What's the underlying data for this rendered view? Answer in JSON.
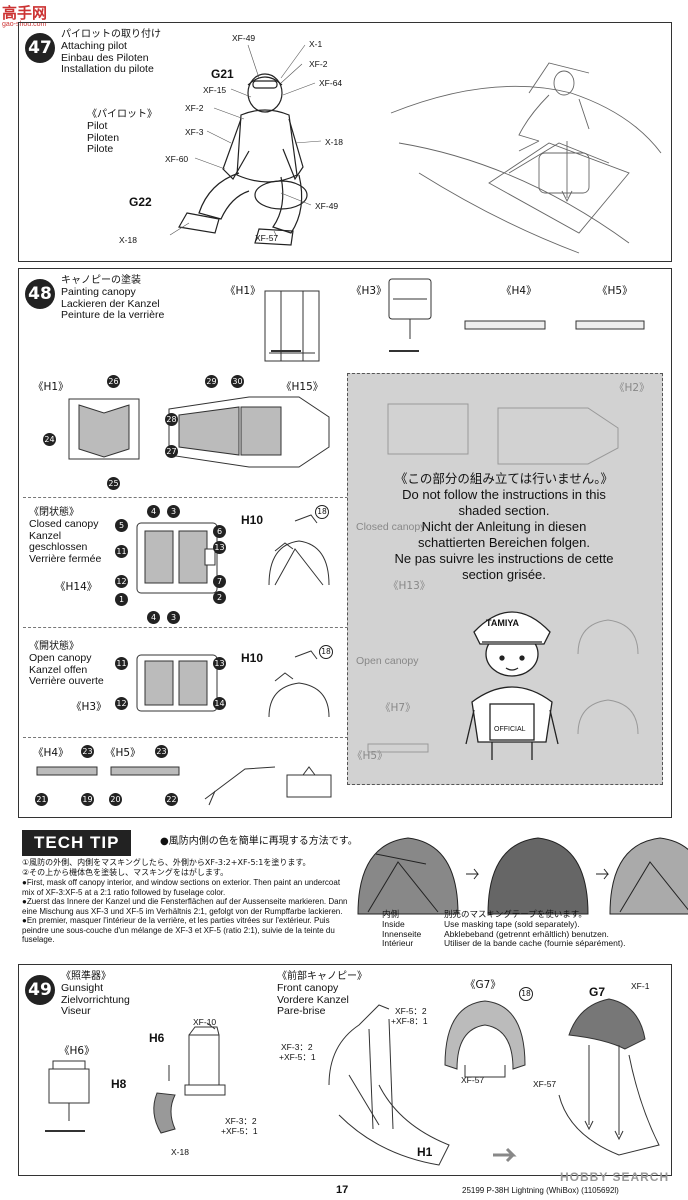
{
  "header": {
    "logo_text": "高手网",
    "logo_url": "gao-shou.com"
  },
  "step47": {
    "number": "47",
    "title_jp": "パイロットの取り付け",
    "title_en": "Attaching pilot",
    "title_de": "Einbau des Piloten",
    "title_fr": "Installation du pilote",
    "pilot_jp": "《パイロット》",
    "pilot_en": "Pilot",
    "pilot_de": "Piloten",
    "pilot_fr": "Pilote",
    "part_g21": "G21",
    "part_g22": "G22",
    "colors": [
      "XF-49",
      "X-1",
      "XF-2",
      "XF-64",
      "XF-15",
      "XF-2",
      "XF-3",
      "X-18",
      "XF-60",
      "XF-49",
      "XF-57",
      "X-18"
    ]
  },
  "step48": {
    "number": "48",
    "title_jp": "キャノピーの塗装",
    "title_en": "Painting canopy",
    "title_de": "Lackieren der Kanzel",
    "title_fr": "Peinture de la verrière",
    "h1": "《H1》",
    "h3": "《H3》",
    "h4": "《H4》",
    "h5": "《H5》",
    "h15": "《H15》",
    "h14": "《H14》",
    "h10": "H10",
    "closed_jp": "《閉状態》",
    "closed_en": "Closed canopy",
    "closed_de": "Kanzel",
    "closed_de2": "geschlossen",
    "closed_fr": "Verrière fermée",
    "open_jp": "《開状態》",
    "open_en": "Open canopy",
    "open_de": "Kanzel offen",
    "open_fr": "Verrière ouverte",
    "mask_nums": [
      "26",
      "29",
      "30",
      "24",
      "28",
      "27",
      "25",
      "4",
      "3",
      "5",
      "6",
      "13",
      "11",
      "12",
      "7",
      "1",
      "2",
      "4",
      "3",
      "11",
      "13",
      "12",
      "14",
      "23",
      "23",
      "21",
      "19",
      "20",
      "22"
    ],
    "ref_18": "18",
    "notice_jp": "《この部分の組み立ては行いません。》",
    "notice_en_1": "Do not follow the instructions in this",
    "notice_en_2": "shaded section.",
    "notice_de_1": "Nicht der Anleitung in diesen",
    "notice_de_2": "schattierten Bereichen folgen.",
    "notice_fr_1": "Ne pas suivre les instructions de cette",
    "notice_fr_2": "section grisée.",
    "mascot_cap": "TAMIYA",
    "mascot_shirt": "OFFICIAL",
    "ghost_h2": "《H2》",
    "ghost_h13": "《H13》",
    "ghost_h7": "《H7》",
    "ghost_h5": "《H5》",
    "ghost_closed": "Closed canopy",
    "ghost_open": "Open canopy"
  },
  "techtip": {
    "title": "TECH TIP",
    "intro_jp": "●風防内側の色を簡単に再現する方法です。",
    "line1_jp": "①風防の外側、内側をマスキングしたら、外側からXF-3:2+XF-5:1を塗ります。",
    "line2_jp": "②その上から機体色を塗装し、マスキングをはがします。",
    "en": "●First, mask off canopy interior, and window sections on exterior. Then paint an undercoat mix of XF-3:XF-5 at a 2:1 ratio followed by fuselage color.",
    "de": "●Zuerst das Innere der Kanzel und die Fensterflächen auf der Aussenseite markieren. Dann eine Mischung aus XF-3 und XF-5 im Verhältnis 2:1, gefolgt von der Rumpffarbe lackieren.",
    "fr": "●En premier, masquer l'intérieur de la verrière, et les parties vitrées sur l'extérieur. Puis peindre une sous-couche d'un mélange de XF-3 et XF-5 (ratio 2:1), suivie de la teinte du fuselage.",
    "inside_jp": "内側",
    "inside_en": "Inside",
    "inside_de": "Innenseite",
    "inside_fr": "Intérieur",
    "tape_jp": "別売のマスキングテープを使います。",
    "tape_en": "Use masking tape (sold separately).",
    "tape_de": "Abklebeband (getrennt erhältlich) benutzen.",
    "tape_fr": "Utiliser de la bande cache (fournie séparément)."
  },
  "step49": {
    "number": "49",
    "gs_jp": "《照準器》",
    "gs_en": "Gunsight",
    "gs_de": "Zielvorrichtung",
    "gs_fr": "Viseur",
    "fc_jp": "《前部キャノピー》",
    "fc_en": "Front canopy",
    "fc_de": "Vordere Kanzel",
    "fc_fr": "Pare-brise",
    "h6_box": "《H6》",
    "h6": "H6",
    "h8": "H8",
    "h1": "H1",
    "g7_box": "《G7》",
    "g7": "G7",
    "xf10": "XF-10",
    "x18": "X-18",
    "mix_a1": "XF-3：2",
    "mix_a2": "+XF-5：1",
    "mix_b1": "XF-5：2",
    "mix_b2": "+XF-8：1",
    "mix_c1": "XF-3：2",
    "mix_c2": "+XF-5：1",
    "xf57a": "XF-57",
    "xf57b": "XF-57",
    "xf1": "XF-1",
    "ref_18": "18"
  },
  "footer": {
    "page": "17",
    "code": "25199  P-38H Lightning (WhiBox) (1105692l)",
    "watermark": "HOBBY SEARCH"
  }
}
